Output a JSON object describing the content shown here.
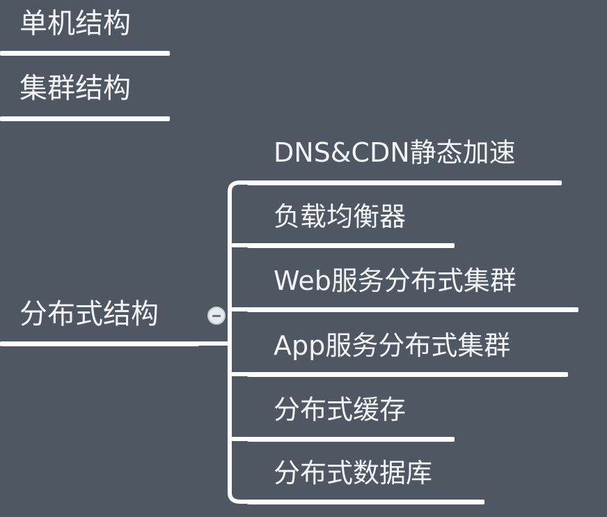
{
  "colors": {
    "background": "#4f5763",
    "line": "#ffffff",
    "text": "#f2f4f7"
  },
  "mindmap": {
    "nodes": [
      {
        "id": "single",
        "label": "单机结构"
      },
      {
        "id": "cluster",
        "label": "集群结构"
      },
      {
        "id": "distributed",
        "label": "分布式结构",
        "collapsed": false,
        "children": [
          {
            "id": "dns",
            "label": "DNS&CDN静态加速"
          },
          {
            "id": "lb",
            "label": "负载均衡器"
          },
          {
            "id": "web",
            "label": "Web服务分布式集群"
          },
          {
            "id": "app",
            "label": "App服务分布式集群"
          },
          {
            "id": "cache",
            "label": "分布式缓存"
          },
          {
            "id": "db",
            "label": "分布式数据库"
          }
        ]
      }
    ]
  }
}
